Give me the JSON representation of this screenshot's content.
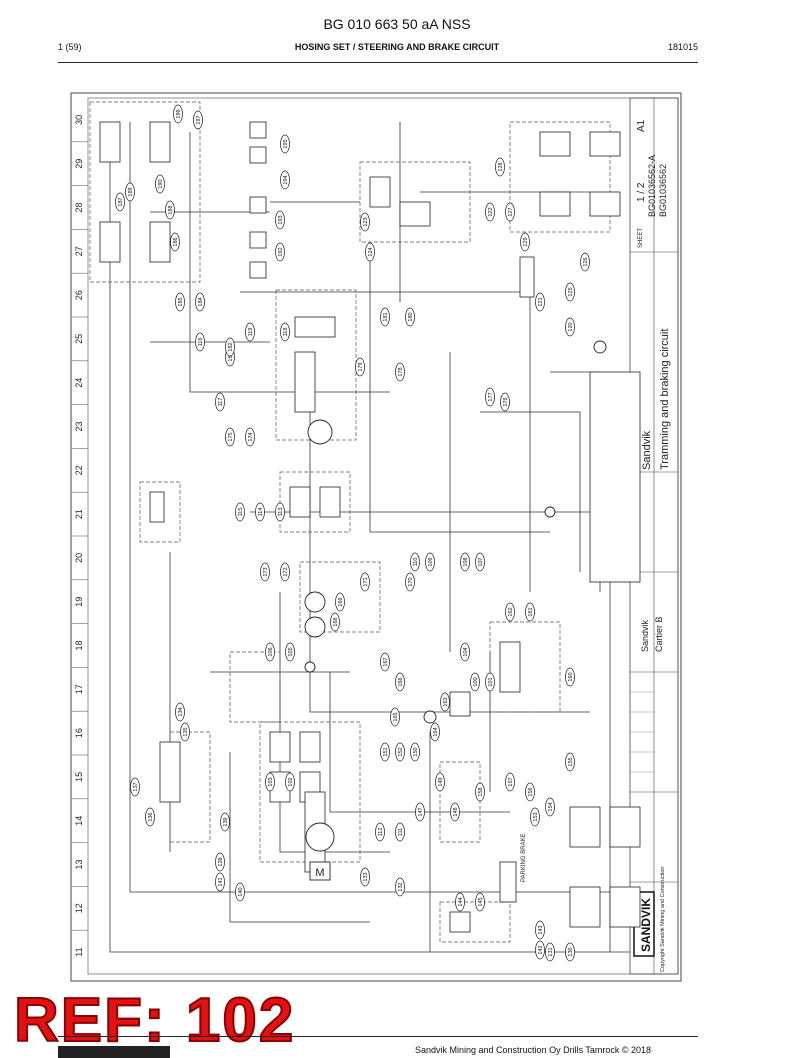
{
  "header": {
    "doc_title": "BG 010 663 50 aA NSS",
    "page": "1 (59)",
    "section": "HOSING SET / STEERING AND BRAKE CIRCUIT",
    "code": "181015"
  },
  "drawing": {
    "grid_numbers": [
      "30",
      "29",
      "28",
      "27",
      "26",
      "25",
      "24",
      "23",
      "22",
      "21",
      "20",
      "19",
      "18",
      "17",
      "16",
      "15",
      "14",
      "13",
      "12",
      "11"
    ],
    "title_block": {
      "company": "Sandvik",
      "title": "Tramming and braking circuit",
      "sheet_label": "SHEET",
      "sheet": "1 / 2",
      "size": "A1",
      "drawing_no": "BG01036562-A",
      "drawing_no_2": "BG01036562",
      "product": "Sandvik",
      "model": "Cartier B",
      "copyright": "Copyright Sandvik Mining and Construction",
      "brand": "SANDVIK"
    },
    "labels": {
      "motor": "M",
      "parking_brake": "PARKING BRAKE"
    },
    "bubbles": [
      "197",
      "196",
      "195",
      "194",
      "193",
      "192",
      "190",
      "189",
      "188",
      "187",
      "186",
      "185",
      "184",
      "183",
      "182",
      "181",
      "180",
      "179",
      "178",
      "177",
      "176",
      "175",
      "174",
      "173",
      "172",
      "171",
      "170",
      "169",
      "168",
      "167",
      "166",
      "165",
      "164",
      "163",
      "162",
      "161",
      "160",
      "158",
      "157",
      "156",
      "155",
      "154",
      "153",
      "152",
      "151",
      "150",
      "149",
      "148",
      "147",
      "145",
      "144",
      "143",
      "142",
      "141",
      "140",
      "139",
      "138",
      "137",
      "136",
      "135",
      "134",
      "133",
      "132",
      "131",
      "130",
      "129",
      "128",
      "127",
      "126",
      "125",
      "124",
      "123",
      "122",
      "121",
      "120",
      "119",
      "118",
      "117",
      "116",
      "115",
      "114",
      "113",
      "112",
      "111",
      "110",
      "109",
      "108",
      "107",
      "106",
      "105",
      "104",
      "103",
      "102",
      "101",
      "100"
    ]
  },
  "stamp": {
    "ref": "REF: 102"
  },
  "footer": {
    "text": "Sandvik Mining and Construction Oy Drills Tamrock © 2018"
  }
}
